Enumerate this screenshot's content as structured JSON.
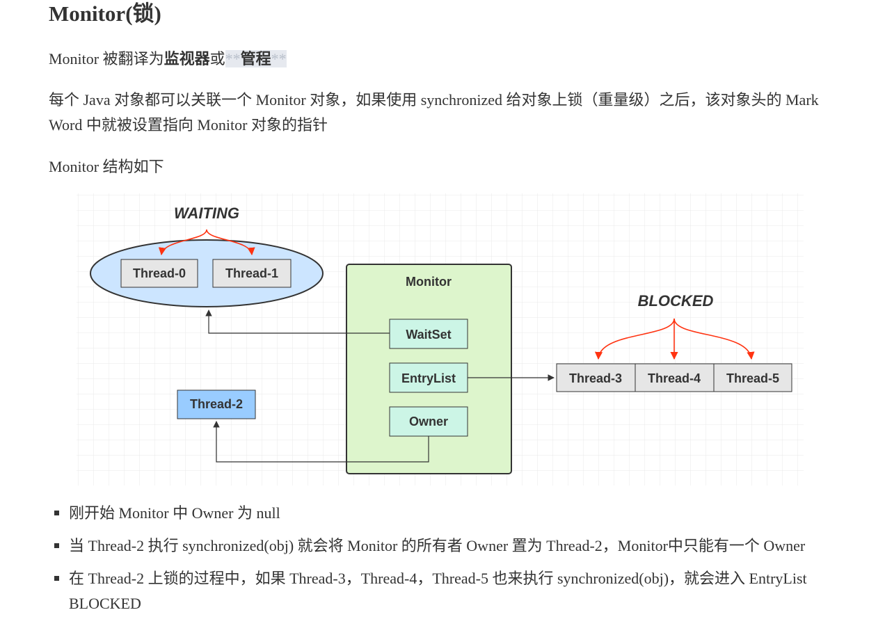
{
  "title": "Monitor(锁)",
  "intro": {
    "prefix": "Monitor 被翻译为",
    "bold1": "监视器",
    "middle": "或",
    "stars_left": "**",
    "bold2": "管程",
    "stars_right": "**"
  },
  "paragraph2": "每个 Java 对象都可以关联一个 Monitor 对象，如果使用 synchronized 给对象上锁（重量级）之后，该对象头的 Mark Word 中就被设置指向 Monitor 对象的指针",
  "paragraph3": "Monitor 结构如下",
  "diagram": {
    "waiting_label": "WAITING",
    "blocked_label": "BLOCKED",
    "monitor_label": "Monitor",
    "waitset": "WaitSet",
    "entrylist": "EntryList",
    "owner": "Owner",
    "thread0": "Thread-0",
    "thread1": "Thread-1",
    "thread2": "Thread-2",
    "thread3": "Thread-3",
    "thread4": "Thread-4",
    "thread5": "Thread-5"
  },
  "bullets": [
    "刚开始 Monitor 中 Owner 为 null",
    "当 Thread-2 执行 synchronized(obj) 就会将 Monitor 的所有者 Owner 置为 Thread-2，Monitor中只能有一个 Owner",
    "在 Thread-2 上锁的过程中，如果 Thread-3，Thread-4，Thread-5 也来执行 synchronized(obj)，就会进入 EntryList BLOCKED"
  ],
  "colors": {
    "waiting_ellipse": "#cce5ff",
    "monitor_box": "#ddf5cc",
    "monitor_item": "#ccf5e6",
    "thread2_box": "#99ccff",
    "thread_gray": "#e6e6e6",
    "arrow_red": "#ff3311"
  }
}
